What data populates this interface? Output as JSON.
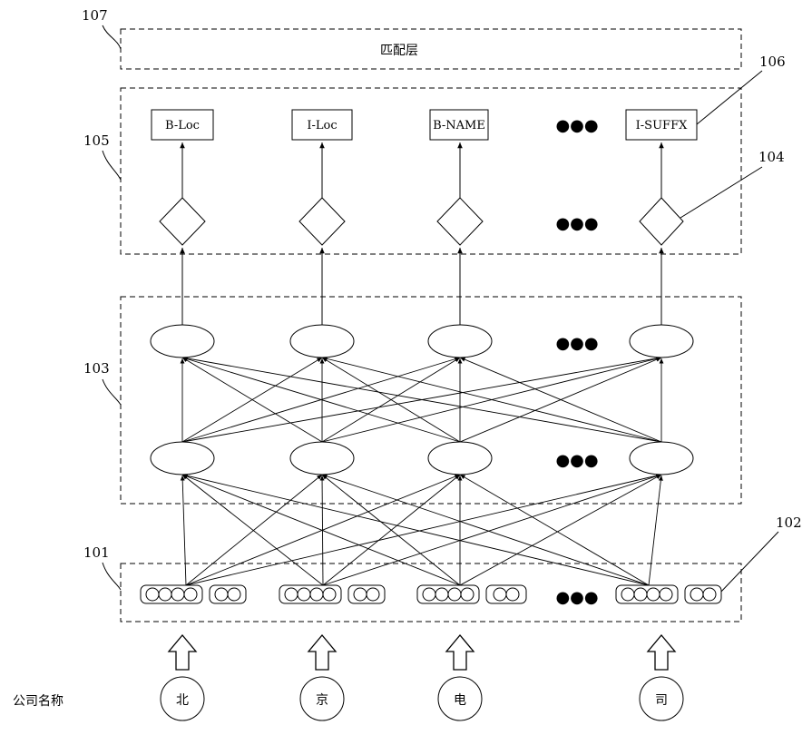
{
  "refs": {
    "r107": "107",
    "r106": "106",
    "r105": "105",
    "r104": "104",
    "r103": "103",
    "r102": "102",
    "r101": "101"
  },
  "match_layer_label": "匹配层",
  "tags": [
    "B-Loc",
    "I-Loc",
    "B-NAME",
    "I-SUFFX"
  ],
  "ellipsis": "●●●",
  "input_label": "公司名称",
  "chars": [
    "北",
    "京",
    "电",
    "司"
  ]
}
